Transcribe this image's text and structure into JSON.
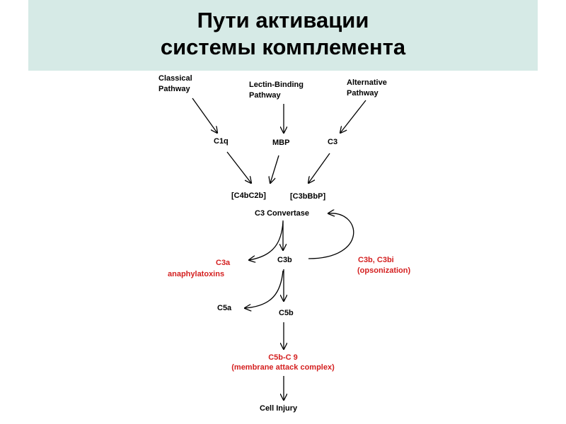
{
  "title": {
    "line1": "Пути активации",
    "line2": "системы комплемента"
  },
  "pathways": {
    "classical": [
      "Classical",
      "Pathway"
    ],
    "lectin": [
      "Lectin-Binding",
      "Pathway"
    ],
    "alternative": [
      "Alternative",
      "Pathway"
    ]
  },
  "nodes": {
    "c1q": "C1q",
    "mbp": "MBP",
    "c3": "C3",
    "c4bc2b": "[C4bC2b]",
    "c3bbbp": "[C3bBbP]",
    "c3_convertase": "C3 Convertase",
    "c3b": "C3b",
    "c5a": "C5a",
    "c5b": "C5b",
    "cell_injury": "Cell Injury"
  },
  "red_labels": {
    "c3a": "C3a",
    "anaphylatoxins": "anaphylatoxins",
    "c3b_c3bi": "C3b, C3bi",
    "opsonization": "(opsonization)",
    "c5b_c9": "C5b-C 9",
    "mac": "(membrane attack complex)"
  },
  "colors": {
    "title_background": "#d6eae6",
    "highlight": "#d42020",
    "text": "#000000"
  }
}
